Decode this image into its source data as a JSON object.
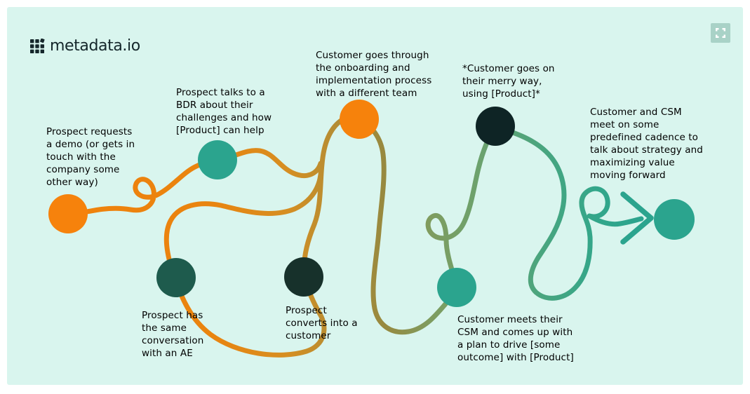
{
  "brand": {
    "name": "metadata.io"
  },
  "controls": {
    "fullscreen_tooltip": "Toggle fullscreen"
  },
  "colors": {
    "panel_bg": "#D9F5EE",
    "ink": "#1D2B2E",
    "logo_ink": "#15272B",
    "teal": "#2BA48E",
    "orange": "#F6820C",
    "fullscreen_bg": "#A9D2C7",
    "fullscreen_glyph": "#FFFFFF"
  },
  "path_gradient": [
    "#F0810C",
    "#E9840F",
    "#D68E22",
    "#B28D35",
    "#97893F",
    "#7F9C5F",
    "#6BA26E",
    "#4BA57E",
    "#33A68A",
    "#2BA48E"
  ],
  "journey": {
    "steps": [
      {
        "id": 1,
        "label": "Prospect requests\na demo (or gets in\ntouch with the\ncompany some\nother way)",
        "node_color": "#F6820C"
      },
      {
        "id": 2,
        "label": "Prospect talks to a\nBDR about their\nchallenges and how\n[Product] can help",
        "node_color": "#2BA48E"
      },
      {
        "id": 3,
        "label": "Prospect has\nthe same\nconversation\nwith an AE",
        "node_color": "#1E5B4D"
      },
      {
        "id": 4,
        "label": "Prospect\nconverts into a\ncustomer",
        "node_color": "#17312B"
      },
      {
        "id": 5,
        "label": "Customer goes through\nthe onboarding and\nimplementation process\nwith a different team",
        "node_color": "#F6820C"
      },
      {
        "id": 6,
        "label": "*Customer goes on\ntheir merry way,\nusing [Product]*",
        "node_color": "#0E2425"
      },
      {
        "id": 7,
        "label": "Customer meets their\nCSM and comes up with\na plan to drive [some\noutcome] with [Product]",
        "node_color": "#2BA48E"
      },
      {
        "id": 8,
        "label": "Customer and CSM\nmeet on some\npredefined cadence to\ntalk about strategy and\nmaximizing value\nmoving forward",
        "node_color": "#2BA48E"
      }
    ]
  }
}
